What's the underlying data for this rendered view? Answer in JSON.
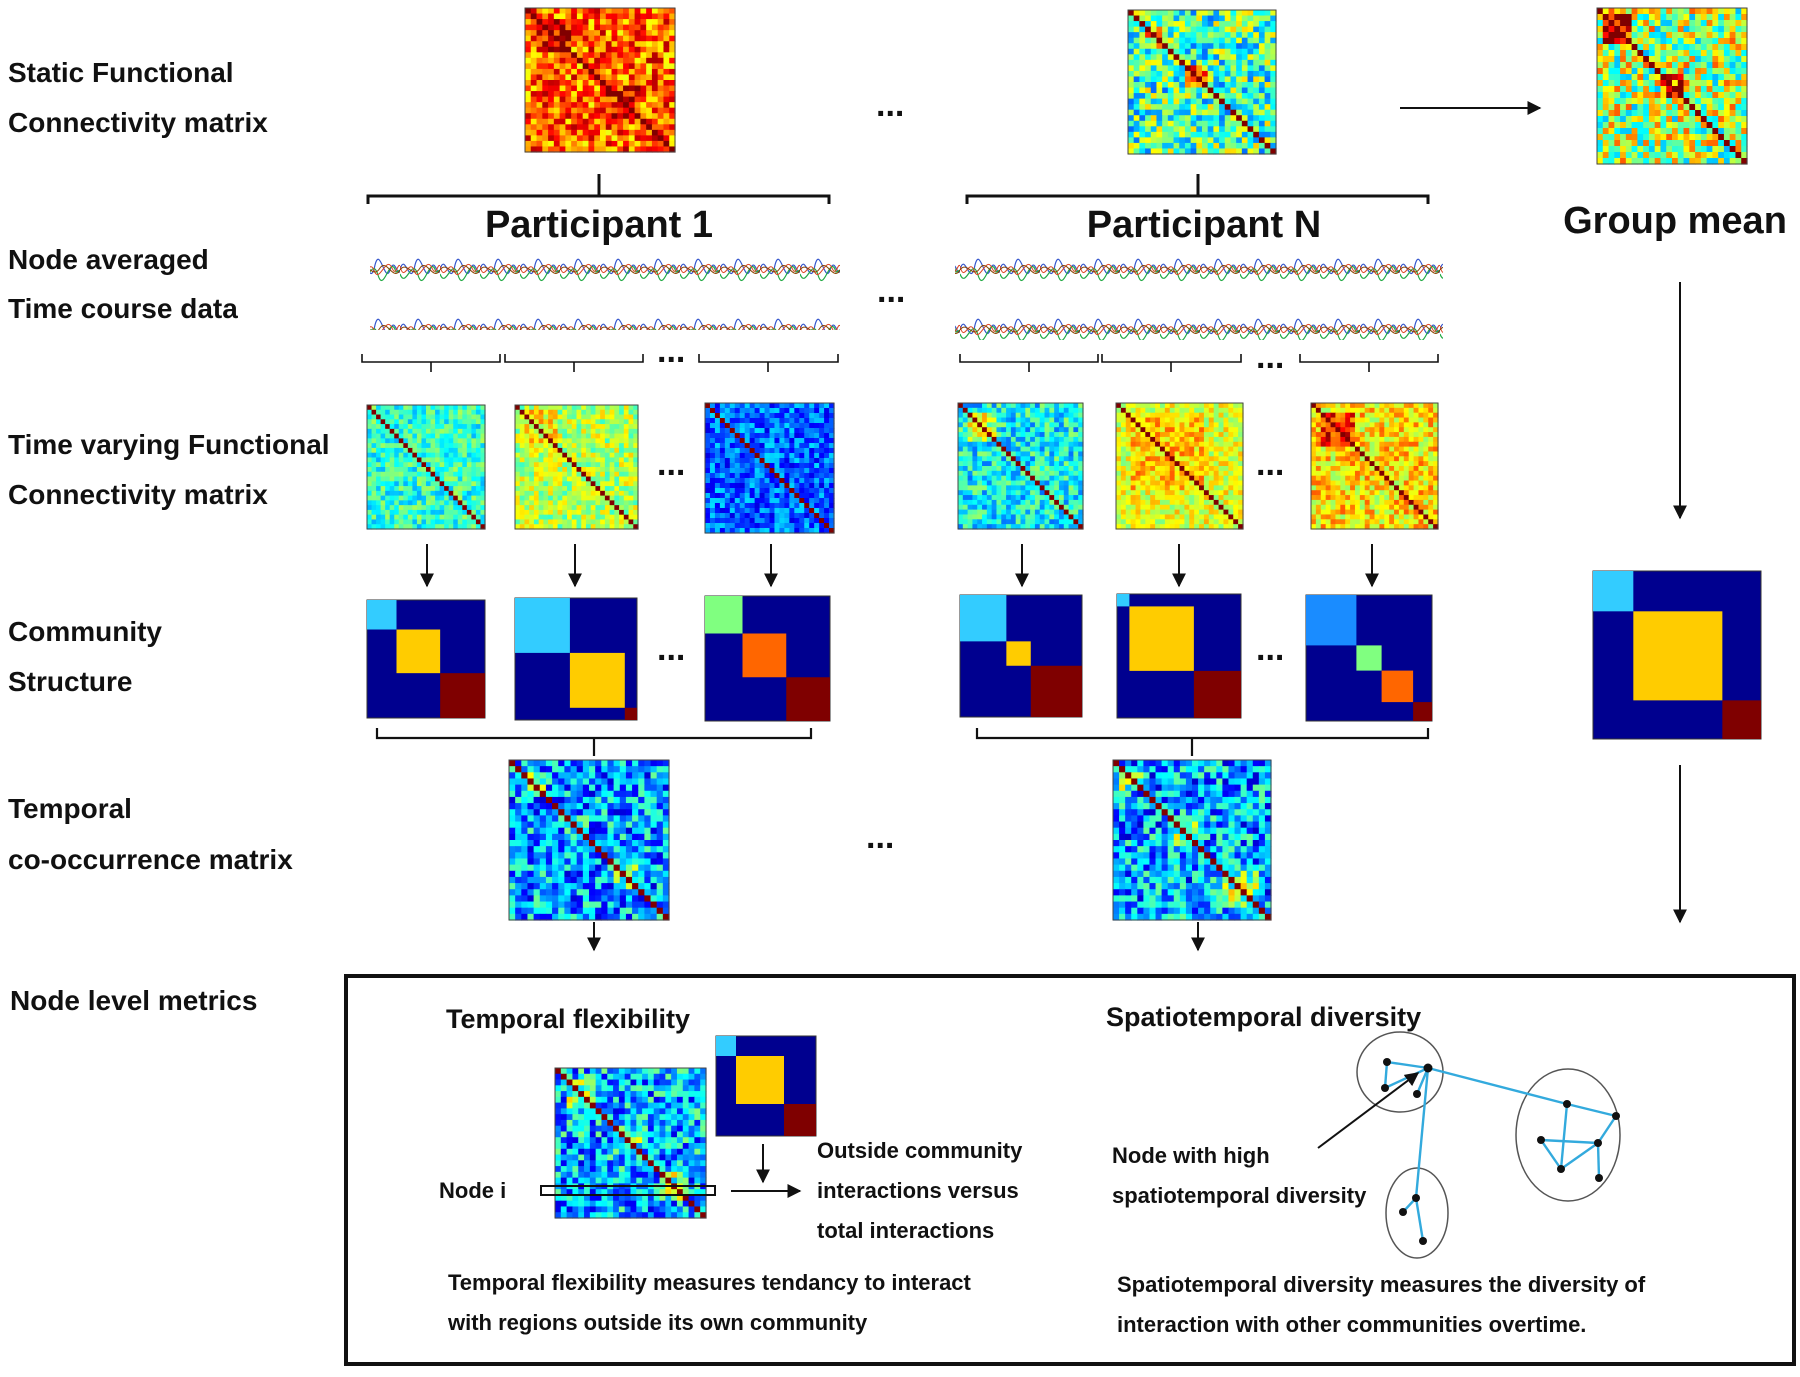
{
  "row_labels": {
    "static_line1": "Static Functional",
    "static_line2": "Connectivity matrix",
    "timecourse_line1": "Node averaged",
    "timecourse_line2": "Time course data",
    "tvfc_line1": "Time varying Functional",
    "tvfc_line2": "Connectivity matrix",
    "community_line1": "Community",
    "community_line2": "Structure",
    "cooc_line1": "Temporal",
    "cooc_line2": "co-occurrence matrix",
    "node_metrics": "Node level metrics"
  },
  "columns": {
    "participant_1": "Participant 1",
    "participant_n": "Participant N",
    "group_mean": "Group mean"
  },
  "ellipsis": "...",
  "metrics_box": {
    "temporal_title": "Temporal flexibility",
    "node_i": "Node i",
    "outside_line1": "Outside community",
    "outside_line2": "interactions versus",
    "outside_line3": "total interactions",
    "temporal_desc_line1": "Temporal flexibility  measures tendancy to interact",
    "temporal_desc_line2": "with regions outside its own community",
    "spatio_title": "Spatiotemporal diversity",
    "node_high_line1": "Node with high",
    "node_high_line2": "spatiotemporal diversity",
    "spatio_desc_line1": "Spatiotemporal diversity measures the diversity of",
    "spatio_desc_line2": "interaction with other communities overtime."
  },
  "colors": {
    "community_background": "#00008f",
    "cyan": "#33ccff",
    "yellow": "#ffcc00",
    "dark_red": "#7f0000",
    "green": "#80ff80",
    "orange": "#ff6600",
    "blue": "#1a8cff",
    "network_edge": "#33aadd"
  }
}
